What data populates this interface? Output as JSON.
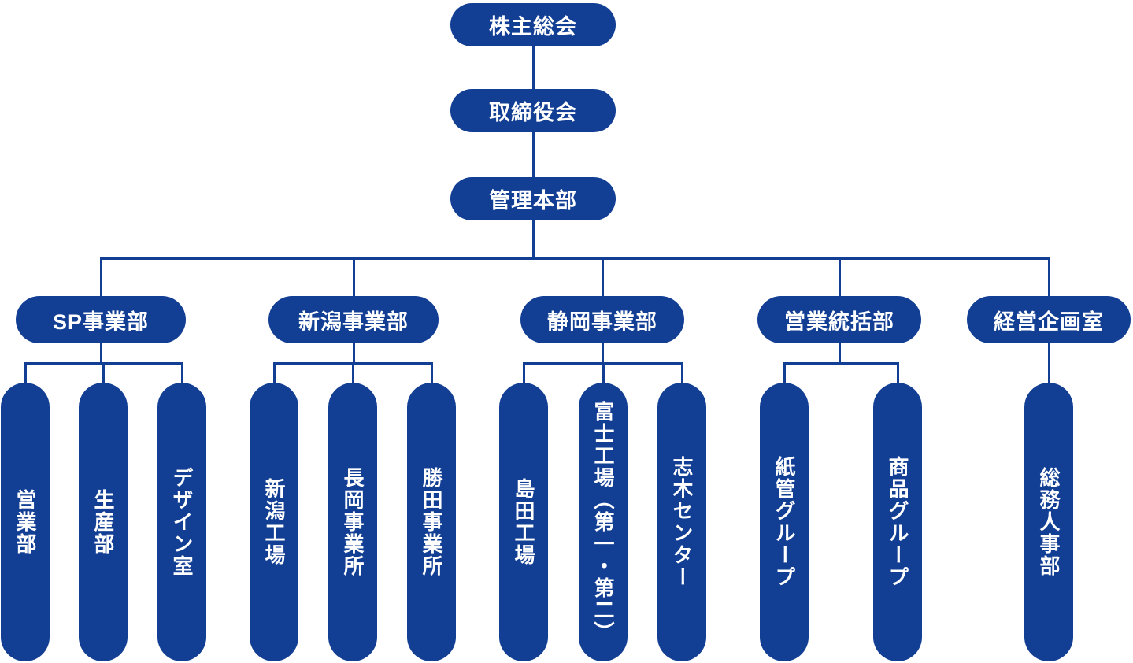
{
  "org": {
    "root_chain": [
      "株主総会",
      "取締役会",
      "管理本部"
    ],
    "divisions": [
      {
        "label": "SP事業部",
        "children": [
          "営業部",
          "生産部",
          "デザイン室"
        ]
      },
      {
        "label": "新潟事業部",
        "children": [
          "新潟工場",
          "長岡事業所",
          "勝田事業所"
        ]
      },
      {
        "label": "静岡事業部",
        "children": [
          "島田工場",
          "富士工場（第一・第二）",
          "志木センター"
        ]
      },
      {
        "label": "営業統括部",
        "children": [
          "紙管グループ",
          "商品グループ"
        ]
      },
      {
        "label": "経営企画室",
        "children": [
          "総務人事部"
        ]
      }
    ]
  },
  "colors": {
    "node_fill": "#123F94",
    "connector": "#123F94",
    "text": "#FFFFFF",
    "background": "#FFFFFF"
  }
}
